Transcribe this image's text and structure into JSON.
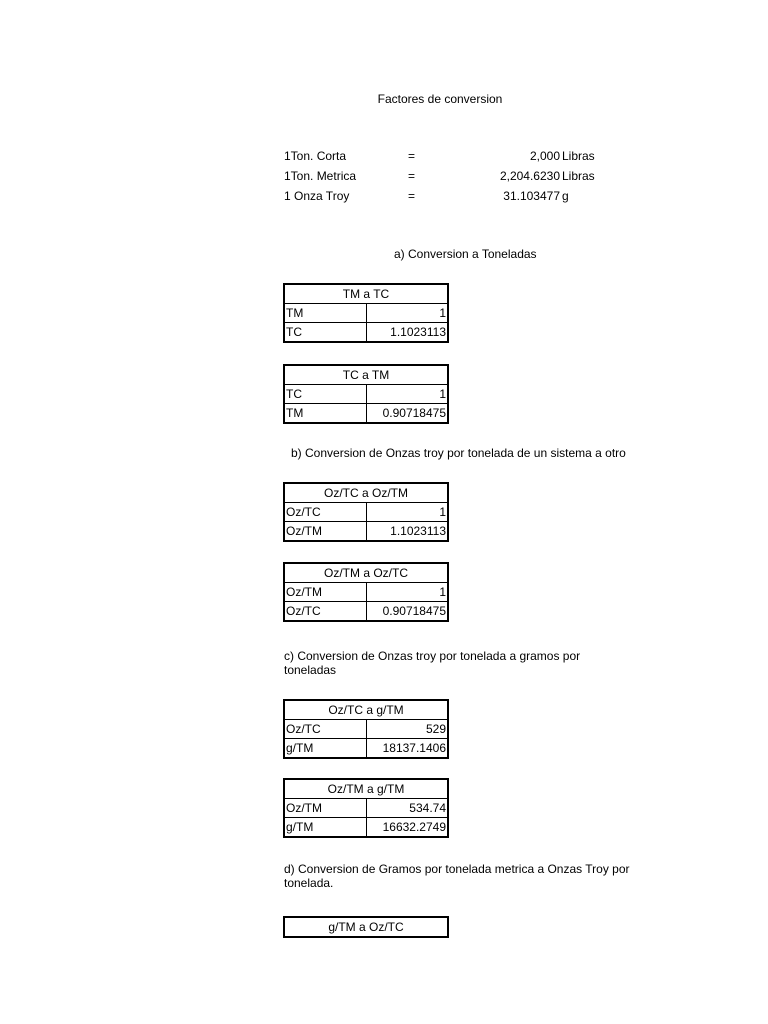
{
  "title": "Factores de conversion",
  "factors": [
    {
      "label": "1Ton. Corta",
      "eq": "=",
      "value": "2,000",
      "unit": "Libras"
    },
    {
      "label": "1Ton. Metrica",
      "eq": "=",
      "value": "2,204.6230",
      "unit": "Libras"
    },
    {
      "label": "1 Onza Troy",
      "eq": "=",
      "value": "31.103477",
      "unit": "g"
    }
  ],
  "section_a": "a) Conversion a Toneladas",
  "section_b": "b) Conversion de Onzas troy por tonelada de un sistema a otro",
  "section_c": "c) Conversion de Onzas troy por tonelada a gramos por toneladas",
  "section_d": "d) Conversion de Gramos por tonelada metrica a Onzas Troy por tonelada.",
  "tables": {
    "tm_tc": {
      "header": "TM a TC",
      "rows": [
        [
          "TM",
          "1"
        ],
        [
          "TC",
          "1.1023113"
        ]
      ]
    },
    "tc_tm": {
      "header": "TC a TM",
      "rows": [
        [
          "TC",
          "1"
        ],
        [
          "TM",
          "0.90718475"
        ]
      ]
    },
    "oztc_oztm": {
      "header": "Oz/TC a Oz/TM",
      "rows": [
        [
          "Oz/TC",
          "1"
        ],
        [
          "Oz/TM",
          "1.1023113"
        ]
      ]
    },
    "oztm_oztc": {
      "header": "Oz/TM a Oz/TC",
      "rows": [
        [
          "Oz/TM",
          "1"
        ],
        [
          "Oz/TC",
          "0.90718475"
        ]
      ]
    },
    "oztc_gtm": {
      "header": "Oz/TC a g/TM",
      "rows": [
        [
          "Oz/TC",
          "529"
        ],
        [
          "g/TM",
          "18137.1406"
        ]
      ]
    },
    "oztm_gtm": {
      "header": "Oz/TM a g/TM",
      "rows": [
        [
          "Oz/TM",
          "534.74"
        ],
        [
          "g/TM",
          "16632.2749"
        ]
      ]
    },
    "gtm_oztc": {
      "header": "g/TM a Oz/TC"
    }
  }
}
